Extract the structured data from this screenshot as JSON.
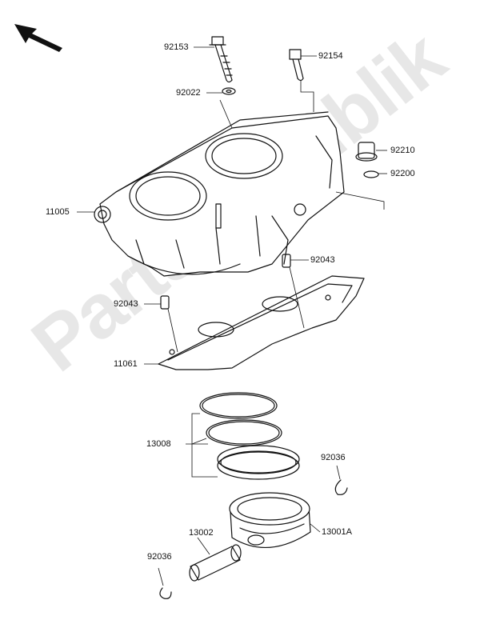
{
  "watermark": "PartsRepublik",
  "parts": {
    "p92153": "92153",
    "p92154": "92154",
    "p92022": "92022",
    "p92210": "92210",
    "p92200": "92200",
    "p11005": "11005",
    "p92043a": "92043",
    "p92043b": "92043",
    "p11061": "11061",
    "p13008": "13008",
    "p92036a": "92036",
    "p13002": "13002",
    "p13001A": "13001A",
    "p92036b": "92036"
  },
  "icons": {
    "direction": "front-arrow-icon"
  }
}
